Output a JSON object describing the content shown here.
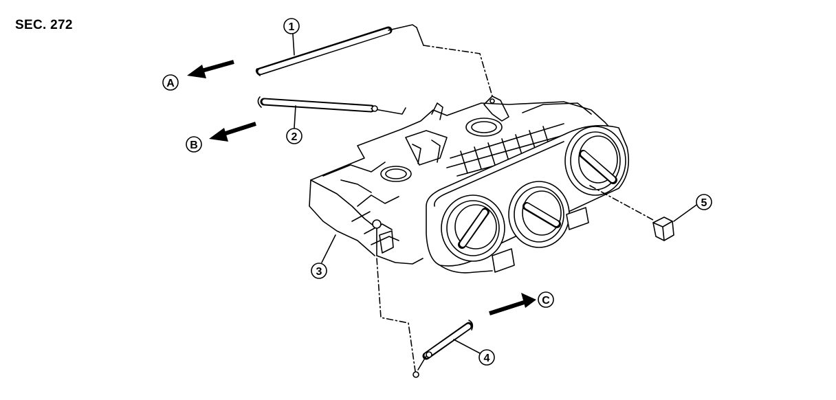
{
  "section_label": "SEC. 272",
  "callouts": [
    {
      "id": "c1",
      "text": "1"
    },
    {
      "id": "c2",
      "text": "2"
    },
    {
      "id": "c3",
      "text": "3"
    },
    {
      "id": "c4",
      "text": "4"
    },
    {
      "id": "c5",
      "text": "5"
    }
  ],
  "arrows": [
    {
      "id": "A",
      "text": "A"
    },
    {
      "id": "B",
      "text": "B"
    },
    {
      "id": "C",
      "text": "C"
    }
  ],
  "colors": {
    "ink": "#000000",
    "paper": "#ffffff",
    "shade": "#d9d9d9"
  }
}
